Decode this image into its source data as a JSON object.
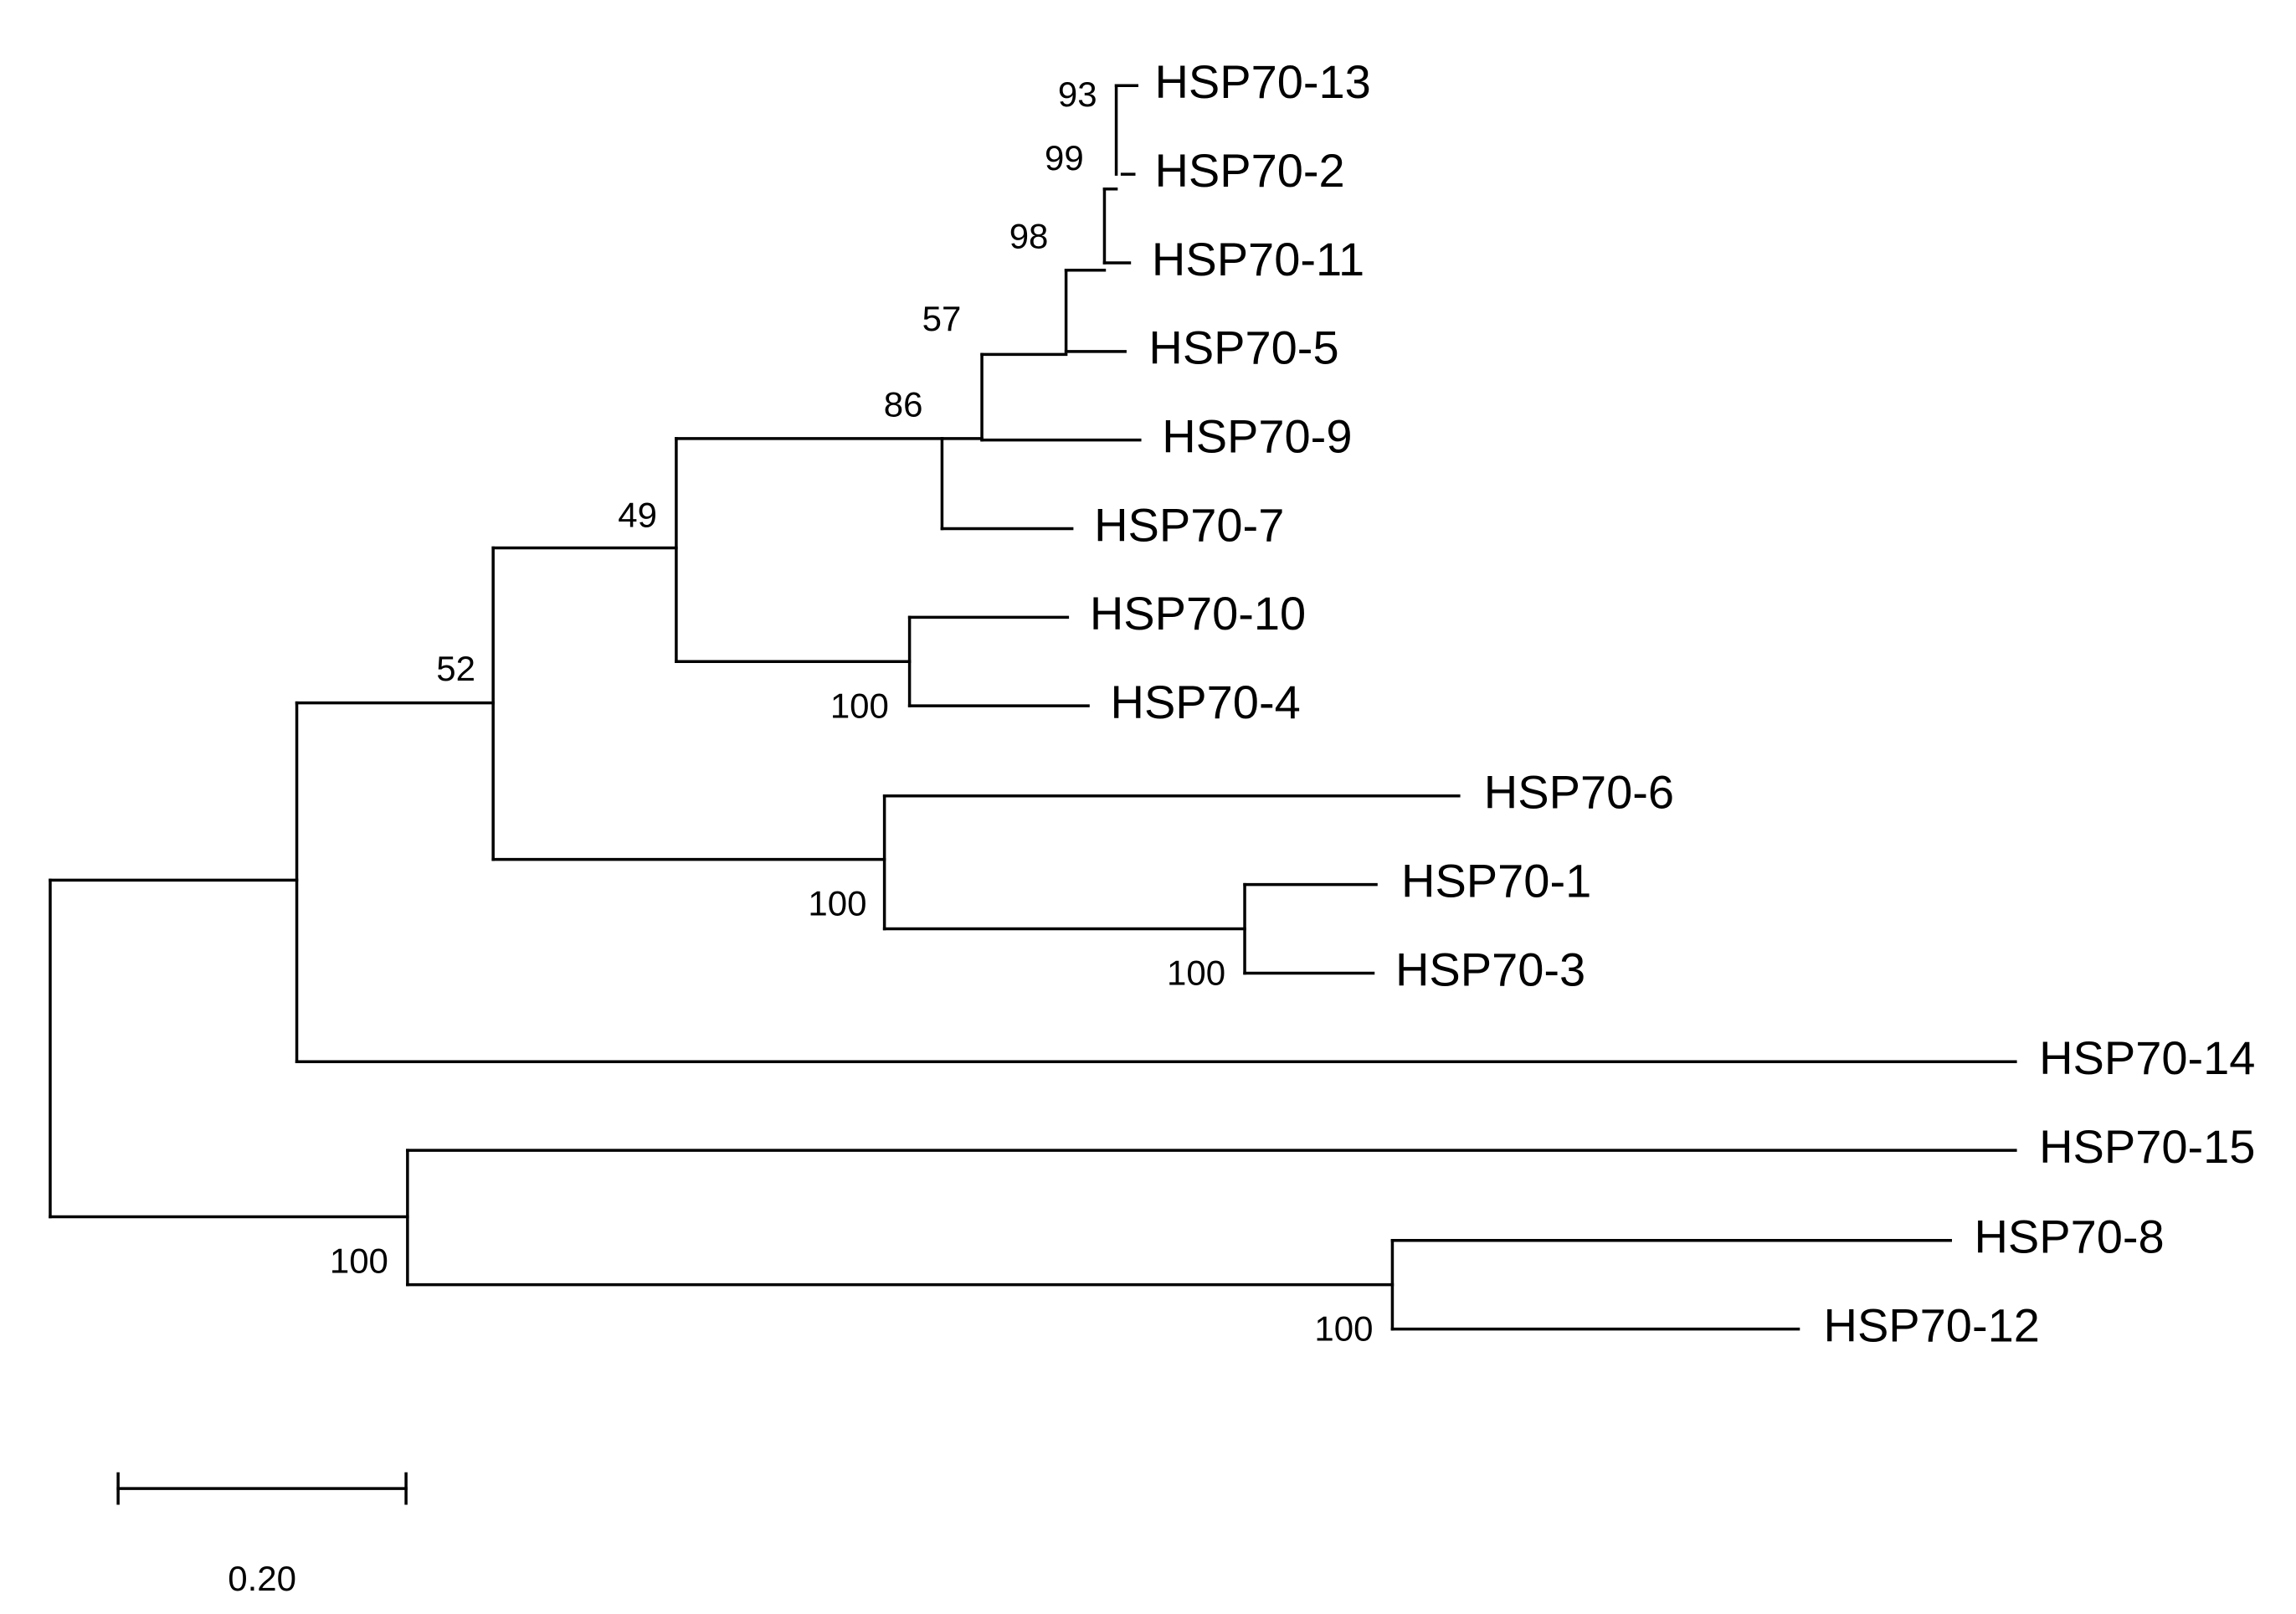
{
  "tree": {
    "leaves": [
      "HSP70-13",
      "HSP70-2",
      "HSP70-11",
      "HSP70-5",
      "HSP70-9",
      "HSP70-7",
      "HSP70-10",
      "HSP70-4",
      "HSP70-6",
      "HSP70-1",
      "HSP70-3",
      "HSP70-14",
      "HSP70-15",
      "HSP70-8",
      "HSP70-12"
    ],
    "support_values": [
      "93",
      "99",
      "98",
      "57",
      "86",
      "49",
      "100",
      "52",
      "100",
      "100",
      "100",
      "100"
    ],
    "scale_bar": {
      "value": 0.2,
      "label": "0.20"
    }
  }
}
